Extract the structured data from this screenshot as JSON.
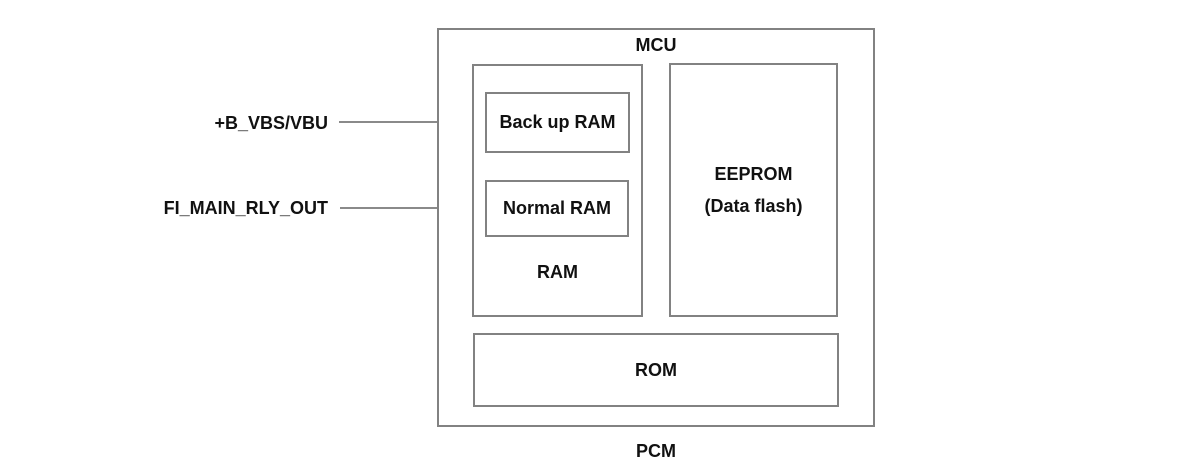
{
  "diagram": {
    "outer_label": "PCM",
    "mcu": {
      "label": "MCU",
      "ram_group": {
        "label": "RAM",
        "backup_ram_label": "Back up RAM",
        "normal_ram_label": "Normal RAM"
      },
      "eeprom": {
        "line1": "EEPROM",
        "line2": "(Data flash)"
      },
      "rom_label": "ROM"
    },
    "signals": [
      {
        "label": "+B_VBS/VBU",
        "connects_to": "Back up RAM"
      },
      {
        "label": "FI_MAIN_RLY_OUT",
        "connects_to": "Normal RAM"
      }
    ],
    "colors": {
      "box_border": "#828282",
      "connector_line": "#8a8a8a",
      "text": "#111111",
      "background": "#ffffff"
    }
  }
}
